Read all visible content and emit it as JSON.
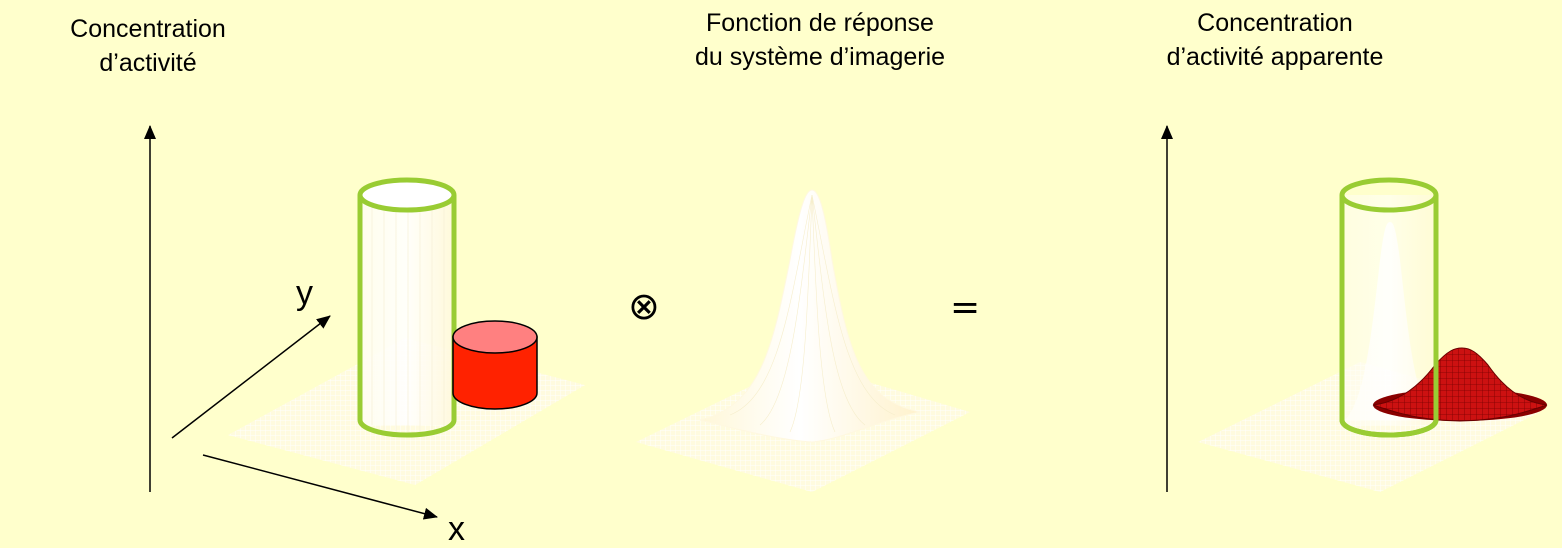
{
  "labels": {
    "left_title": [
      "Concentration",
      "d’activité"
    ],
    "middle_title": [
      "Fonction de réponse",
      "du système d’imagerie"
    ],
    "right_title": [
      "Concentration",
      "d’activité apparente"
    ],
    "axis_y": "y",
    "axis_x": "x"
  },
  "operators": {
    "convolution": "⊗",
    "equals": "="
  },
  "colors": {
    "background": "#ffffcc",
    "cylinder_outline": "#99cc33",
    "red_object": "#ff2200",
    "red_top": "#ff8080",
    "mesh": "#ffffff",
    "blurred_peak": "#cc1111"
  }
}
